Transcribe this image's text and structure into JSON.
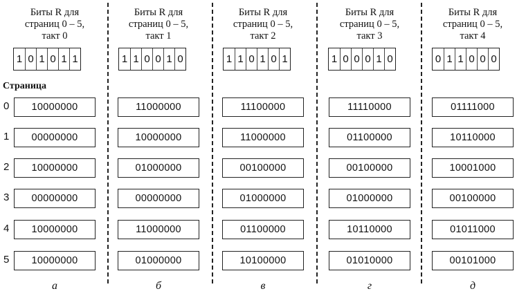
{
  "page_header": "Страница",
  "page_numbers": [
    "0",
    "1",
    "2",
    "3",
    "4",
    "5"
  ],
  "columns": [
    {
      "title_line1": "Биты R для",
      "title_line2": "страниц 0 – 5,",
      "title_line3": "такт 0",
      "bits": [
        "1",
        "0",
        "1",
        "0",
        "1",
        "1"
      ],
      "counters": [
        "10000000",
        "00000000",
        "10000000",
        "00000000",
        "10000000",
        "10000000"
      ],
      "label": "а"
    },
    {
      "title_line1": "Биты R для",
      "title_line2": "страниц 0 – 5,",
      "title_line3": "такт 1",
      "bits": [
        "1",
        "1",
        "0",
        "0",
        "1",
        "0"
      ],
      "counters": [
        "11000000",
        "10000000",
        "01000000",
        "00000000",
        "11000000",
        "01000000"
      ],
      "label": "б"
    },
    {
      "title_line1": "Биты R для",
      "title_line2": "страниц 0 – 5,",
      "title_line3": "такт 2",
      "bits": [
        "1",
        "1",
        "0",
        "1",
        "0",
        "1"
      ],
      "counters": [
        "11100000",
        "11000000",
        "00100000",
        "01000000",
        "01100000",
        "10100000"
      ],
      "label": "в"
    },
    {
      "title_line1": "Биты R для",
      "title_line2": "страниц 0 – 5,",
      "title_line3": "такт 3",
      "bits": [
        "1",
        "0",
        "0",
        "0",
        "1",
        "0"
      ],
      "counters": [
        "11110000",
        "01100000",
        "00100000",
        "01000000",
        "10110000",
        "01010000"
      ],
      "label": "г"
    },
    {
      "title_line1": "Биты R для",
      "title_line2": "страниц 0 – 5,",
      "title_line3": "такт 4",
      "bits": [
        "0",
        "1",
        "1",
        "0",
        "0",
        "0"
      ],
      "counters": [
        "01111000",
        "10110000",
        "10001000",
        "00100000",
        "01011000",
        "00101000"
      ],
      "label": "д"
    }
  ]
}
